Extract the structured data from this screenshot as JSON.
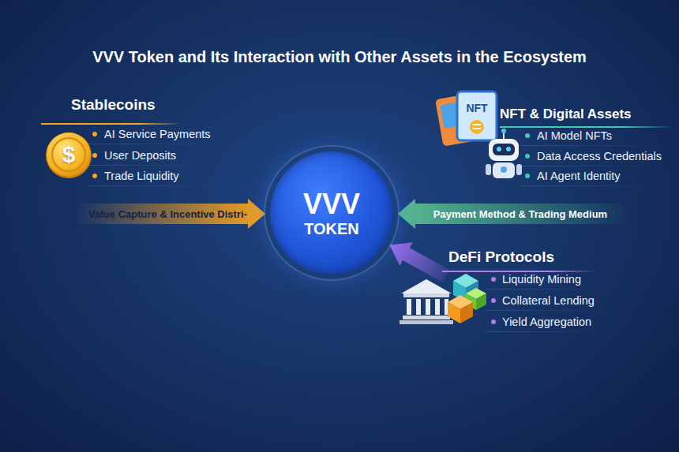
{
  "diagram": {
    "title": "VVV Token and Its Interaction with Other Assets in the Ecosystem",
    "nodes": [
      {
        "text": [
          "Stablecoins",
          "AI Service Payments",
          "User Deposits",
          "Trade Liquidity"
        ]
      },
      {
        "text": [
          "NFT & Digital Assets",
          "AI Model NFTs",
          "Data Access Credentials",
          "AI Agent Identity"
        ]
      },
      {
        "text": [
          "VVV",
          "TOKEN"
        ]
      },
      {
        "text": [
          "DeFi Protocols",
          "Liquidity Mining",
          "Collateral Lending",
          "Yield Aggregation"
        ]
      }
    ],
    "edges": [
      {
        "from": 0,
        "to": 2,
        "label": "Value Capture & Incentive Distri-",
        "arrow": "to"
      },
      {
        "from": 1,
        "to": 2,
        "label": "Payment Method & Trading Medium",
        "arrow": "to"
      },
      {
        "from": 3,
        "to": 2,
        "arrow": "to"
      }
    ],
    "labels": [
      "$",
      "NFT"
    ]
  }
}
